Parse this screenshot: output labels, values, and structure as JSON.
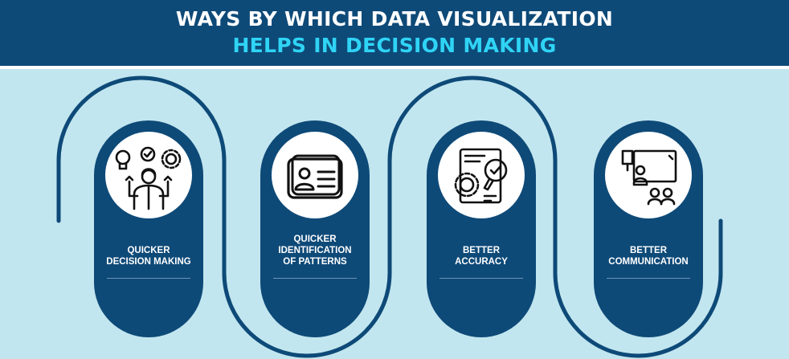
{
  "title": {
    "line1": "WAYS BY WHICH DATA VISUALIZATION",
    "line2": "HELPS IN DECISION MAKING"
  },
  "steps": [
    {
      "label": "QUICKER\nDECISION MAKING",
      "icon": "person-ideas-icon"
    },
    {
      "label": "QUICKER\nIDENTIFICATION\nOF PATTERNS",
      "icon": "id-card-icon"
    },
    {
      "label": "BETTER\nACCURACY",
      "icon": "document-gear-check-icon"
    },
    {
      "label": "BETTER\nCOMMUNICATION",
      "icon": "presentation-audience-icon"
    }
  ],
  "colors": {
    "header_bg": "#0e4a78",
    "title_line1": "#ffffff",
    "title_line2": "#2fd4f5",
    "background": "#c2e6ef",
    "pill": "#0e4a78",
    "path": "#0e4a78"
  }
}
